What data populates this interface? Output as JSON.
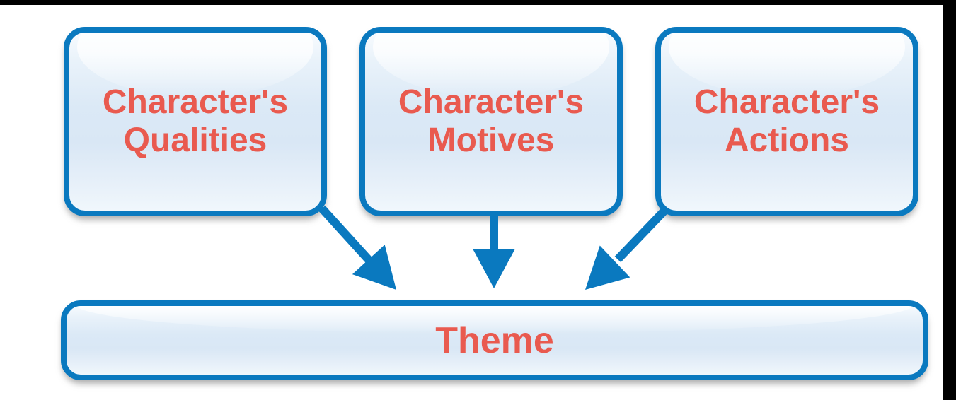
{
  "diagram": {
    "nodes": {
      "qualities": {
        "label": "Character's Qualities"
      },
      "motives": {
        "label": "Character's Motives"
      },
      "actions": {
        "label": "Character's Actions"
      },
      "theme": {
        "label": "Theme"
      }
    },
    "arrows": [
      {
        "name": "qualities-to-theme",
        "from": "Character's Qualities",
        "to": "Theme",
        "direction": "diagonal-down-right"
      },
      {
        "name": "motives-to-theme",
        "from": "Character's Motives",
        "to": "Theme",
        "direction": "straight-down"
      },
      {
        "name": "actions-to-theme",
        "from": "Character's Actions",
        "to": "Theme",
        "direction": "diagonal-down-left"
      }
    ],
    "colors": {
      "node_border": "#0A79BF",
      "node_label": "#E95A4F",
      "arrow": "#0A79BF",
      "frame": "#000000"
    }
  }
}
